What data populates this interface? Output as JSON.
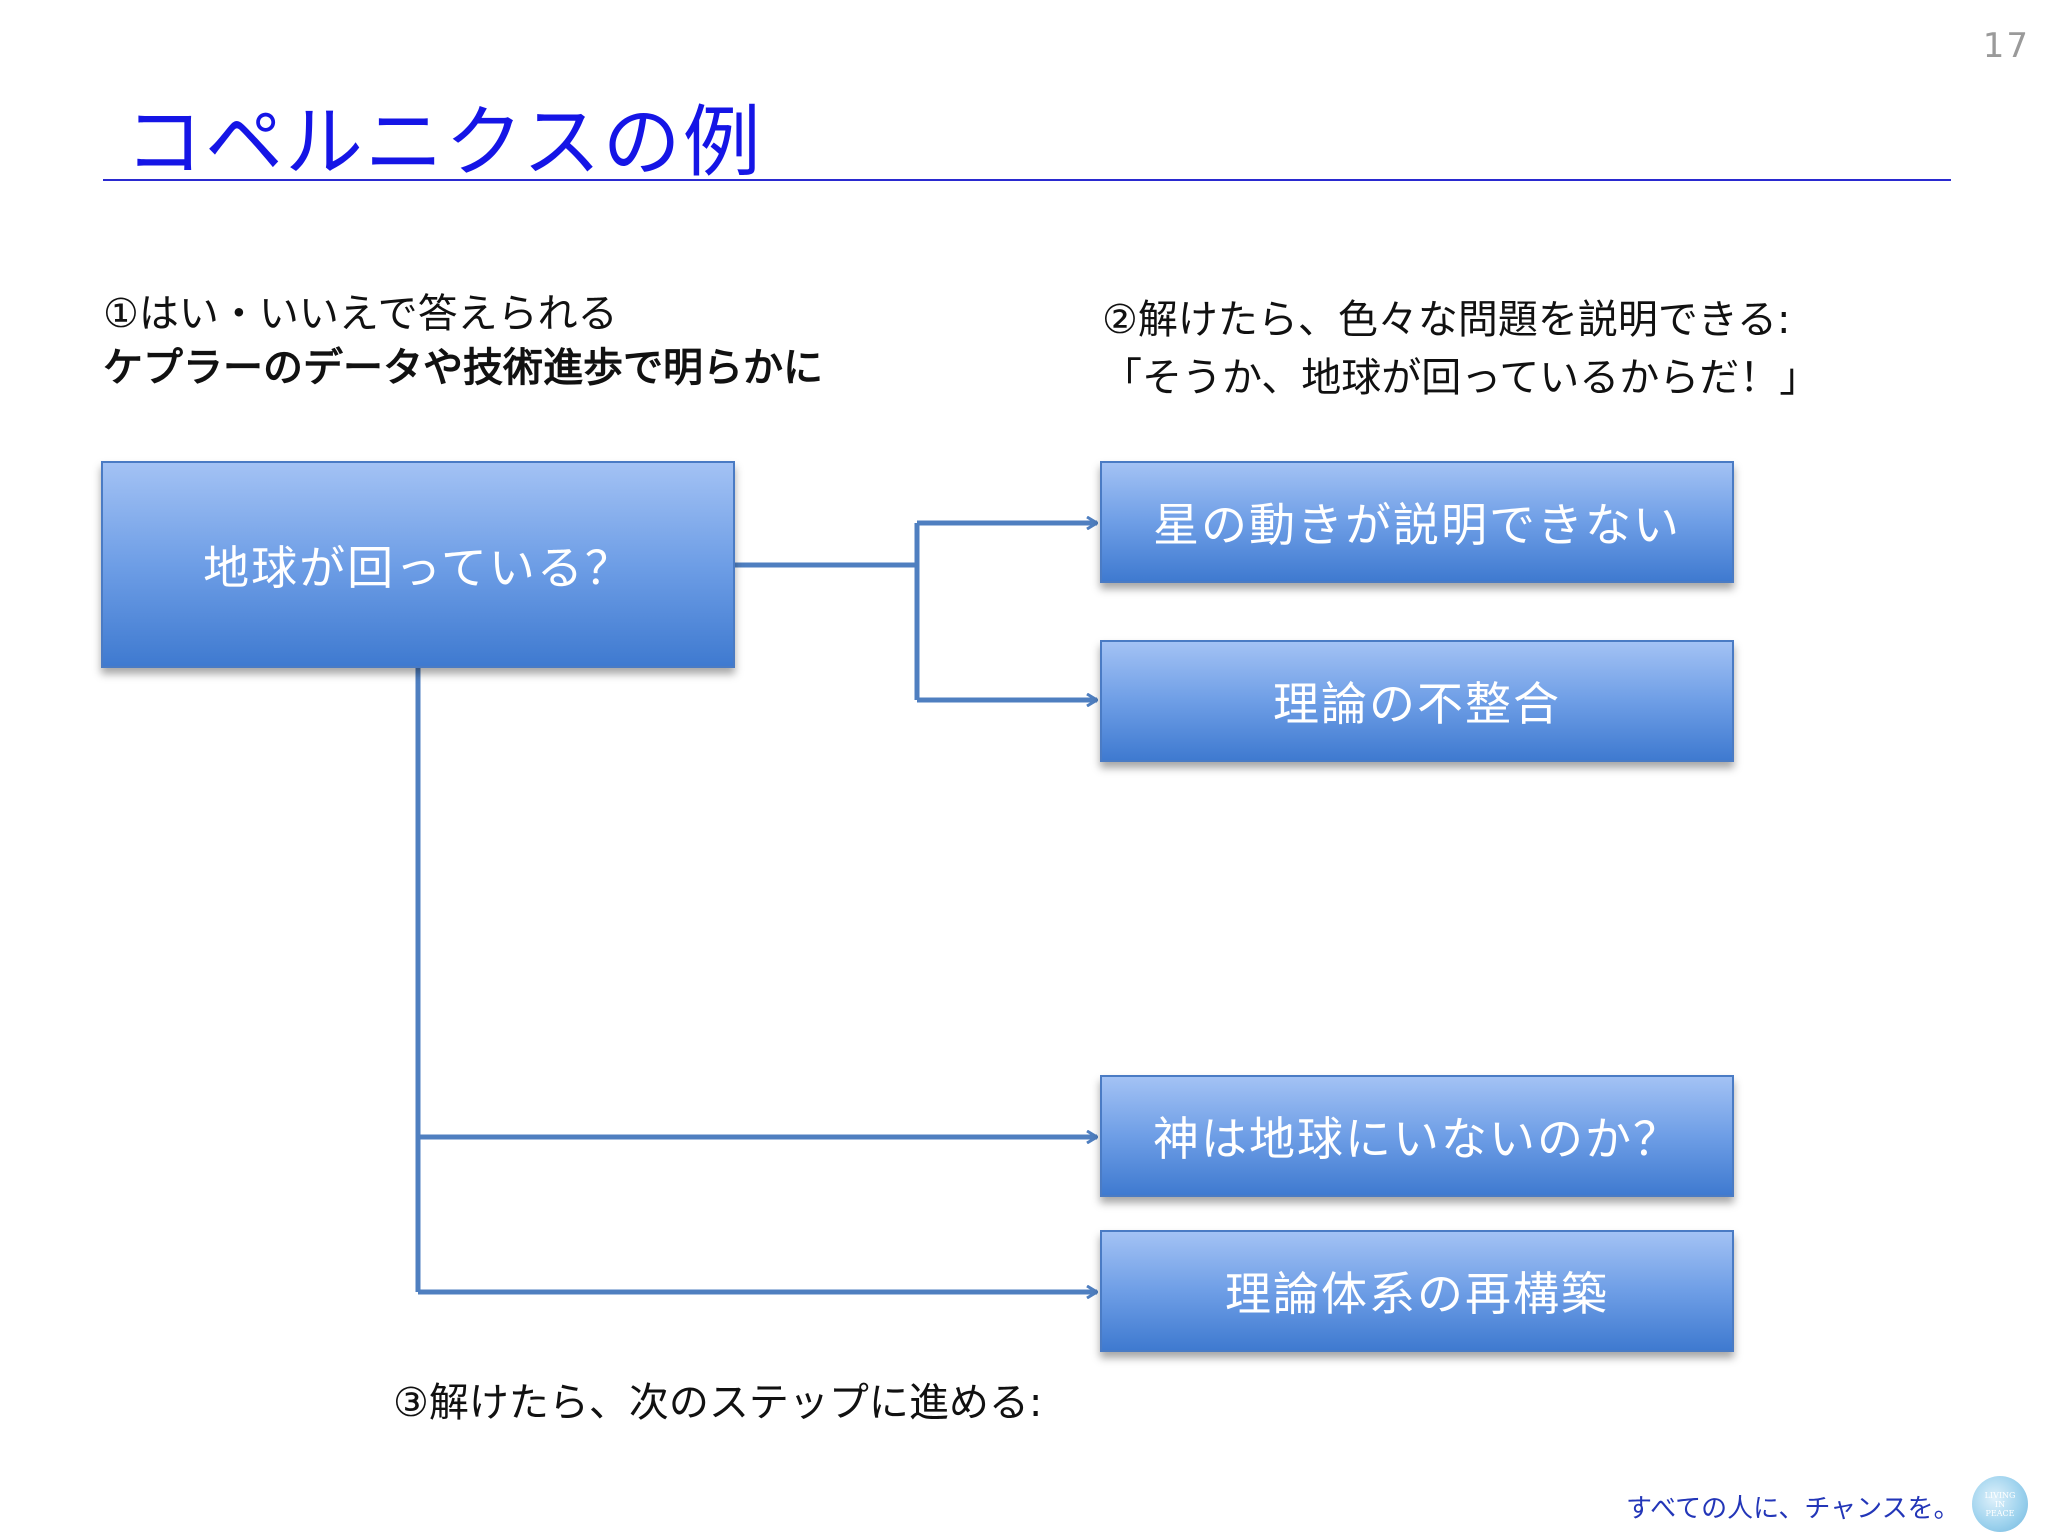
{
  "slide": {
    "page_number": "17",
    "title": "コペルニクスの例"
  },
  "notes": {
    "step1_line1": "①はい・いいえで答えられる",
    "step1_line2": "ケプラーのデータや技術進歩で明らかに",
    "step2_line1": "②解けたら、色々な問題を説明できる:",
    "step2_line2": "「そうか、地球が回っているからだ！」",
    "step3": "③解けたら、次のステップに進める:"
  },
  "diagram": {
    "question_box": "地球が回っている？",
    "boxes": [
      "星の動きが説明できない",
      "理論の不整合",
      "神は地球にいないのか？",
      "理論体系の再構築"
    ]
  },
  "footer": {
    "tagline": "すべての人に、チャンスを。",
    "logo_text": [
      "LIVING",
      "IN",
      "PEACE"
    ]
  },
  "colors": {
    "title": "#1515e6",
    "rule": "#2a2ad0",
    "connector": "#4f7fc0",
    "box_top": "#a3c2f4",
    "box_bottom": "#3f7ad0",
    "tagline": "#2336b8"
  }
}
